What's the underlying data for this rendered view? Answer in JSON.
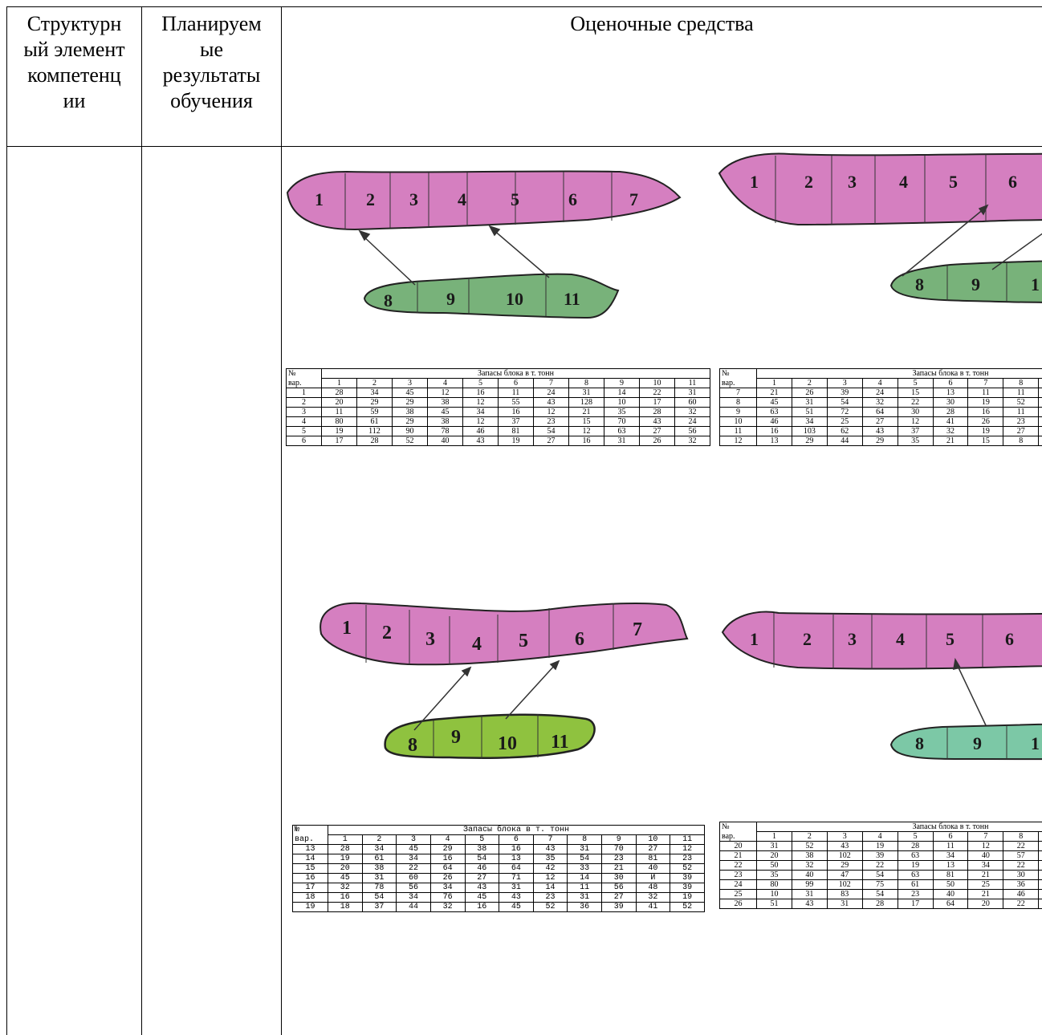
{
  "header": {
    "col1": "Структурный элемент компетенции",
    "col1_lines": [
      "Структурн",
      "ый элемент",
      "компетенц",
      "ии"
    ],
    "col2_lines": [
      "Планируем",
      "ые",
      "результаты",
      "обучения"
    ],
    "col3": "Оценочные средства"
  },
  "colors": {
    "upper_body": "#d57fc0",
    "lower_body_a": "#78b27a",
    "lower_body_b": "#8fc23f",
    "lower_body_c": "#7cc8a6",
    "outline": "#222222"
  },
  "table_common": {
    "no_label": "№",
    "var_label": "вар.",
    "title": "Запасы блока в т. тонн",
    "title_spaced": "Запасы блока в т. тонн",
    "columns": [
      "1",
      "2",
      "3",
      "4",
      "5",
      "6",
      "7",
      "8",
      "9",
      "10",
      "11"
    ]
  },
  "figures": [
    {
      "upper": [
        "1",
        "2",
        "3",
        "4",
        "5",
        "6",
        "7"
      ],
      "lower": [
        "8",
        "9",
        "10",
        "11"
      ]
    },
    {
      "upper": [
        "1",
        "2",
        "3",
        "4",
        "5",
        "6"
      ],
      "lower": [
        "8",
        "9",
        "1"
      ]
    },
    {
      "upper": [
        "1",
        "2",
        "3",
        "4",
        "5",
        "6",
        "7"
      ],
      "lower": [
        "8",
        "9",
        "10",
        "11"
      ]
    },
    {
      "upper": [
        "1",
        "2",
        "3",
        "4",
        "5",
        "6"
      ],
      "lower": [
        "8",
        "9",
        "1"
      ]
    }
  ],
  "tables": [
    {
      "rows": [
        [
          "1",
          "28",
          "34",
          "45",
          "12",
          "16",
          "11",
          "24",
          "31",
          "14",
          "22",
          "31"
        ],
        [
          "2",
          "20",
          "29",
          "29",
          "38",
          "12",
          "55",
          "43",
          "128",
          "10",
          "17",
          "60"
        ],
        [
          "3",
          "11",
          "59",
          "38",
          "45",
          "34",
          "16",
          "12",
          "21",
          "35",
          "28",
          "32"
        ],
        [
          "4",
          "80",
          "61",
          "29",
          "38",
          "12",
          "37",
          "23",
          "15",
          "70",
          "43",
          "24"
        ],
        [
          "5",
          "19",
          "112",
          "90",
          "78",
          "46",
          "81",
          "54",
          "12",
          "63",
          "27",
          "56"
        ],
        [
          "6",
          "17",
          "28",
          "52",
          "40",
          "43",
          "19",
          "27",
          "16",
          "31",
          "26",
          "32"
        ]
      ]
    },
    {
      "rows": [
        [
          "7",
          "21",
          "26",
          "39",
          "24",
          "15",
          "13",
          "11",
          "11"
        ],
        [
          "8",
          "45",
          "31",
          "54",
          "32",
          "22",
          "30",
          "19",
          "52"
        ],
        [
          "9",
          "63",
          "51",
          "72",
          "64",
          "30",
          "28",
          "16",
          "11"
        ],
        [
          "10",
          "46",
          "34",
          "25",
          "27",
          "12",
          "41",
          "26",
          "23"
        ],
        [
          "11",
          "16",
          "103",
          "62",
          "43",
          "37",
          "32",
          "19",
          "27"
        ],
        [
          "12",
          "13",
          "29",
          "44",
          "29",
          "35",
          "21",
          "15",
          "8"
        ]
      ]
    },
    {
      "rows": [
        [
          "13",
          "28",
          "34",
          "45",
          "29",
          "38",
          "16",
          "43",
          "31",
          "70",
          "27",
          "12"
        ],
        [
          "14",
          "19",
          "61",
          "34",
          "16",
          "54",
          "13",
          "35",
          "54",
          "23",
          "81",
          "23"
        ],
        [
          "15",
          "20",
          "38",
          "22",
          "64",
          "46",
          "64",
          "42",
          "33",
          "21",
          "40",
          "52"
        ],
        [
          "16",
          "45",
          "31",
          "60",
          "26",
          "27",
          "71",
          "12",
          "14",
          "30",
          "И",
          "39"
        ],
        [
          "17",
          "32",
          "78",
          "56",
          "34",
          "43",
          "31",
          "14",
          "11",
          "56",
          "48",
          "39"
        ],
        [
          "18",
          "16",
          "54",
          "34",
          "76",
          "45",
          "43",
          "23",
          "31",
          "27",
          "32",
          "19"
        ],
        [
          "19",
          "18",
          "37",
          "44",
          "32",
          "16",
          "45",
          "52",
          "36",
          "39",
          "41",
          "52"
        ]
      ]
    },
    {
      "rows": [
        [
          "20",
          "31",
          "52",
          "43",
          "19",
          "28",
          "11",
          "12",
          "22"
        ],
        [
          "21",
          "20",
          "38",
          "102",
          "39",
          "63",
          "34",
          "40",
          "57"
        ],
        [
          "22",
          "50",
          "32",
          "29",
          "22",
          "19",
          "13",
          "34",
          "22"
        ],
        [
          "23",
          "35",
          "40",
          "47",
          "54",
          "63",
          "81",
          "21",
          "30"
        ],
        [
          "24",
          "80",
          "99",
          "102",
          "75",
          "61",
          "50",
          "25",
          "36"
        ],
        [
          "25",
          "10",
          "31",
          "83",
          "54",
          "23",
          "40",
          "21",
          "46"
        ],
        [
          "26",
          "51",
          "43",
          "31",
          "28",
          "17",
          "64",
          "20",
          "22"
        ]
      ]
    }
  ]
}
